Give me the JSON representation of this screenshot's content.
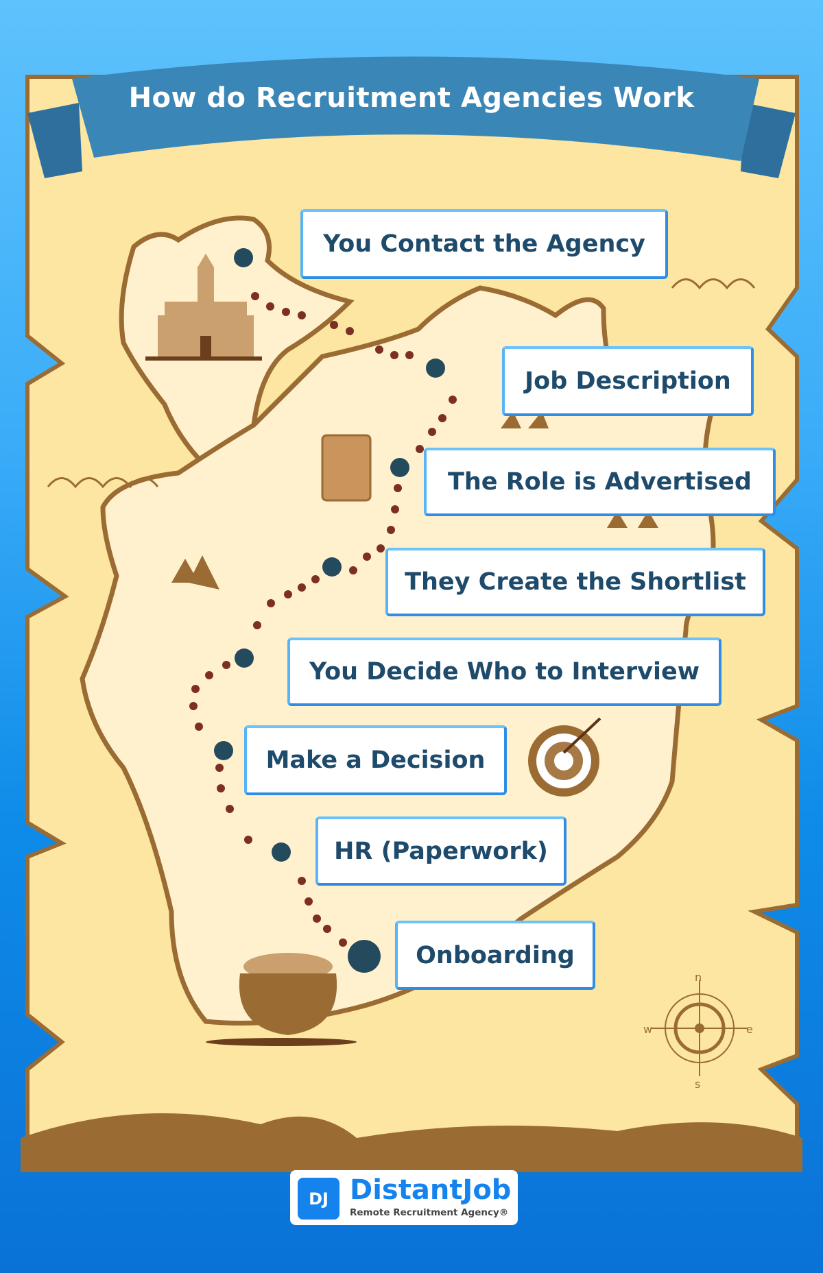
{
  "title": "How do Recruitment Agencies Work",
  "steps": [
    {
      "label": "You Contact the Agency"
    },
    {
      "label": "Job Description"
    },
    {
      "label": "The Role is Advertised"
    },
    {
      "label": "They Create the Shortlist"
    },
    {
      "label": "You Decide Who to Interview"
    },
    {
      "label": "Make a Decision"
    },
    {
      "label": "HR (Paperwork)"
    },
    {
      "label": "Onboarding"
    }
  ],
  "compass": {
    "n": "n",
    "e": "e",
    "s": "s",
    "w": "w"
  },
  "logo": {
    "mark": "DJ",
    "name": "DistantJob",
    "tagline": "Remote Recruitment Agency®"
  },
  "colors": {
    "parchment": "#FDE5A2",
    "island": "#FFF1CE",
    "outline": "#9A6B33",
    "banner": "#3A87B7",
    "text": "#1E4A6B",
    "accent": "#1583EE"
  }
}
